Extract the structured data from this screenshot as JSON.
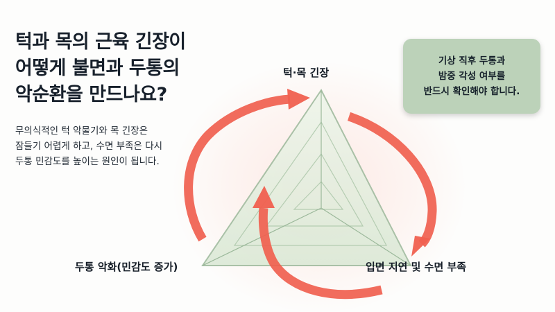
{
  "title": {
    "line1": "턱과 목의 근육 긴장이",
    "line2": "어떻게 불면과 두통의",
    "line3": "악순환을 만드나요?"
  },
  "description": {
    "line1": "무의식적인 턱 악물기와 목 긴장은",
    "line2": "잠들기 어렵게 하고, 수면 부족은 다시",
    "line3": "두통 민감도를 높이는 원인이 됩니다."
  },
  "note": {
    "line1": "기상 직후 두통과",
    "line2": "밤중 각성 여부를",
    "line3": "반드시 확인해야 합니다."
  },
  "cycle": {
    "top": "턱·목 긴장",
    "right": "입면 지연 및 수면 부족",
    "left": "두통 악화(민감도 증가)"
  },
  "colors": {
    "arrow": "#f0604f",
    "triangle_fill": "#e3eedf",
    "triangle_stroke": "#9bb89a",
    "note_bg": "#bcd2b9"
  }
}
